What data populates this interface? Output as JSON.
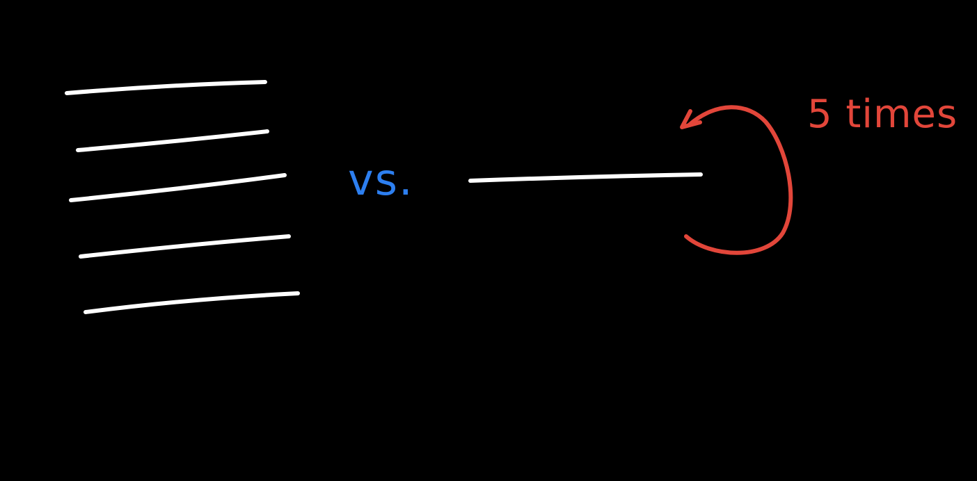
{
  "labels": {
    "versus": "vs.",
    "repeat": "5 times"
  },
  "colors": {
    "background": "#000000",
    "stroke": "#ffffff",
    "versus": "#2d7ff0",
    "repeat": "#e2463a"
  },
  "left_group": {
    "line_count": 5
  },
  "right_group": {
    "line_count": 1,
    "repeat_count": 5
  }
}
